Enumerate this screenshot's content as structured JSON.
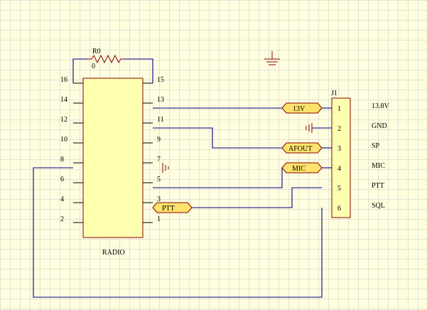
{
  "schematic": {
    "resistor": {
      "designator": "R0",
      "value": "0"
    },
    "radio": {
      "label": "RADIO",
      "left_pins": [
        "16",
        "14",
        "12",
        "10",
        "8",
        "6",
        "4",
        "2"
      ],
      "right_pins": [
        "15",
        "13",
        "11",
        "9",
        "7",
        "5",
        "3",
        "1"
      ]
    },
    "connector": {
      "designator": "J1",
      "pins": [
        "1",
        "2",
        "3",
        "4",
        "5",
        "6"
      ],
      "signals": [
        "13.8V",
        "GND",
        "SP",
        "MIC",
        "PTT",
        "SQL"
      ]
    },
    "net_labels": {
      "v13": "13V",
      "afout": "AFOUT",
      "mic": "MIC",
      "ptt": "PTT"
    },
    "colors": {
      "background": "#ffffe0",
      "grid": "#c8c8c8",
      "wire": "#00008b",
      "component_fill": "#ffffb0",
      "component_border": "#8b0000",
      "net_label_fill": "#ffe26b"
    }
  }
}
